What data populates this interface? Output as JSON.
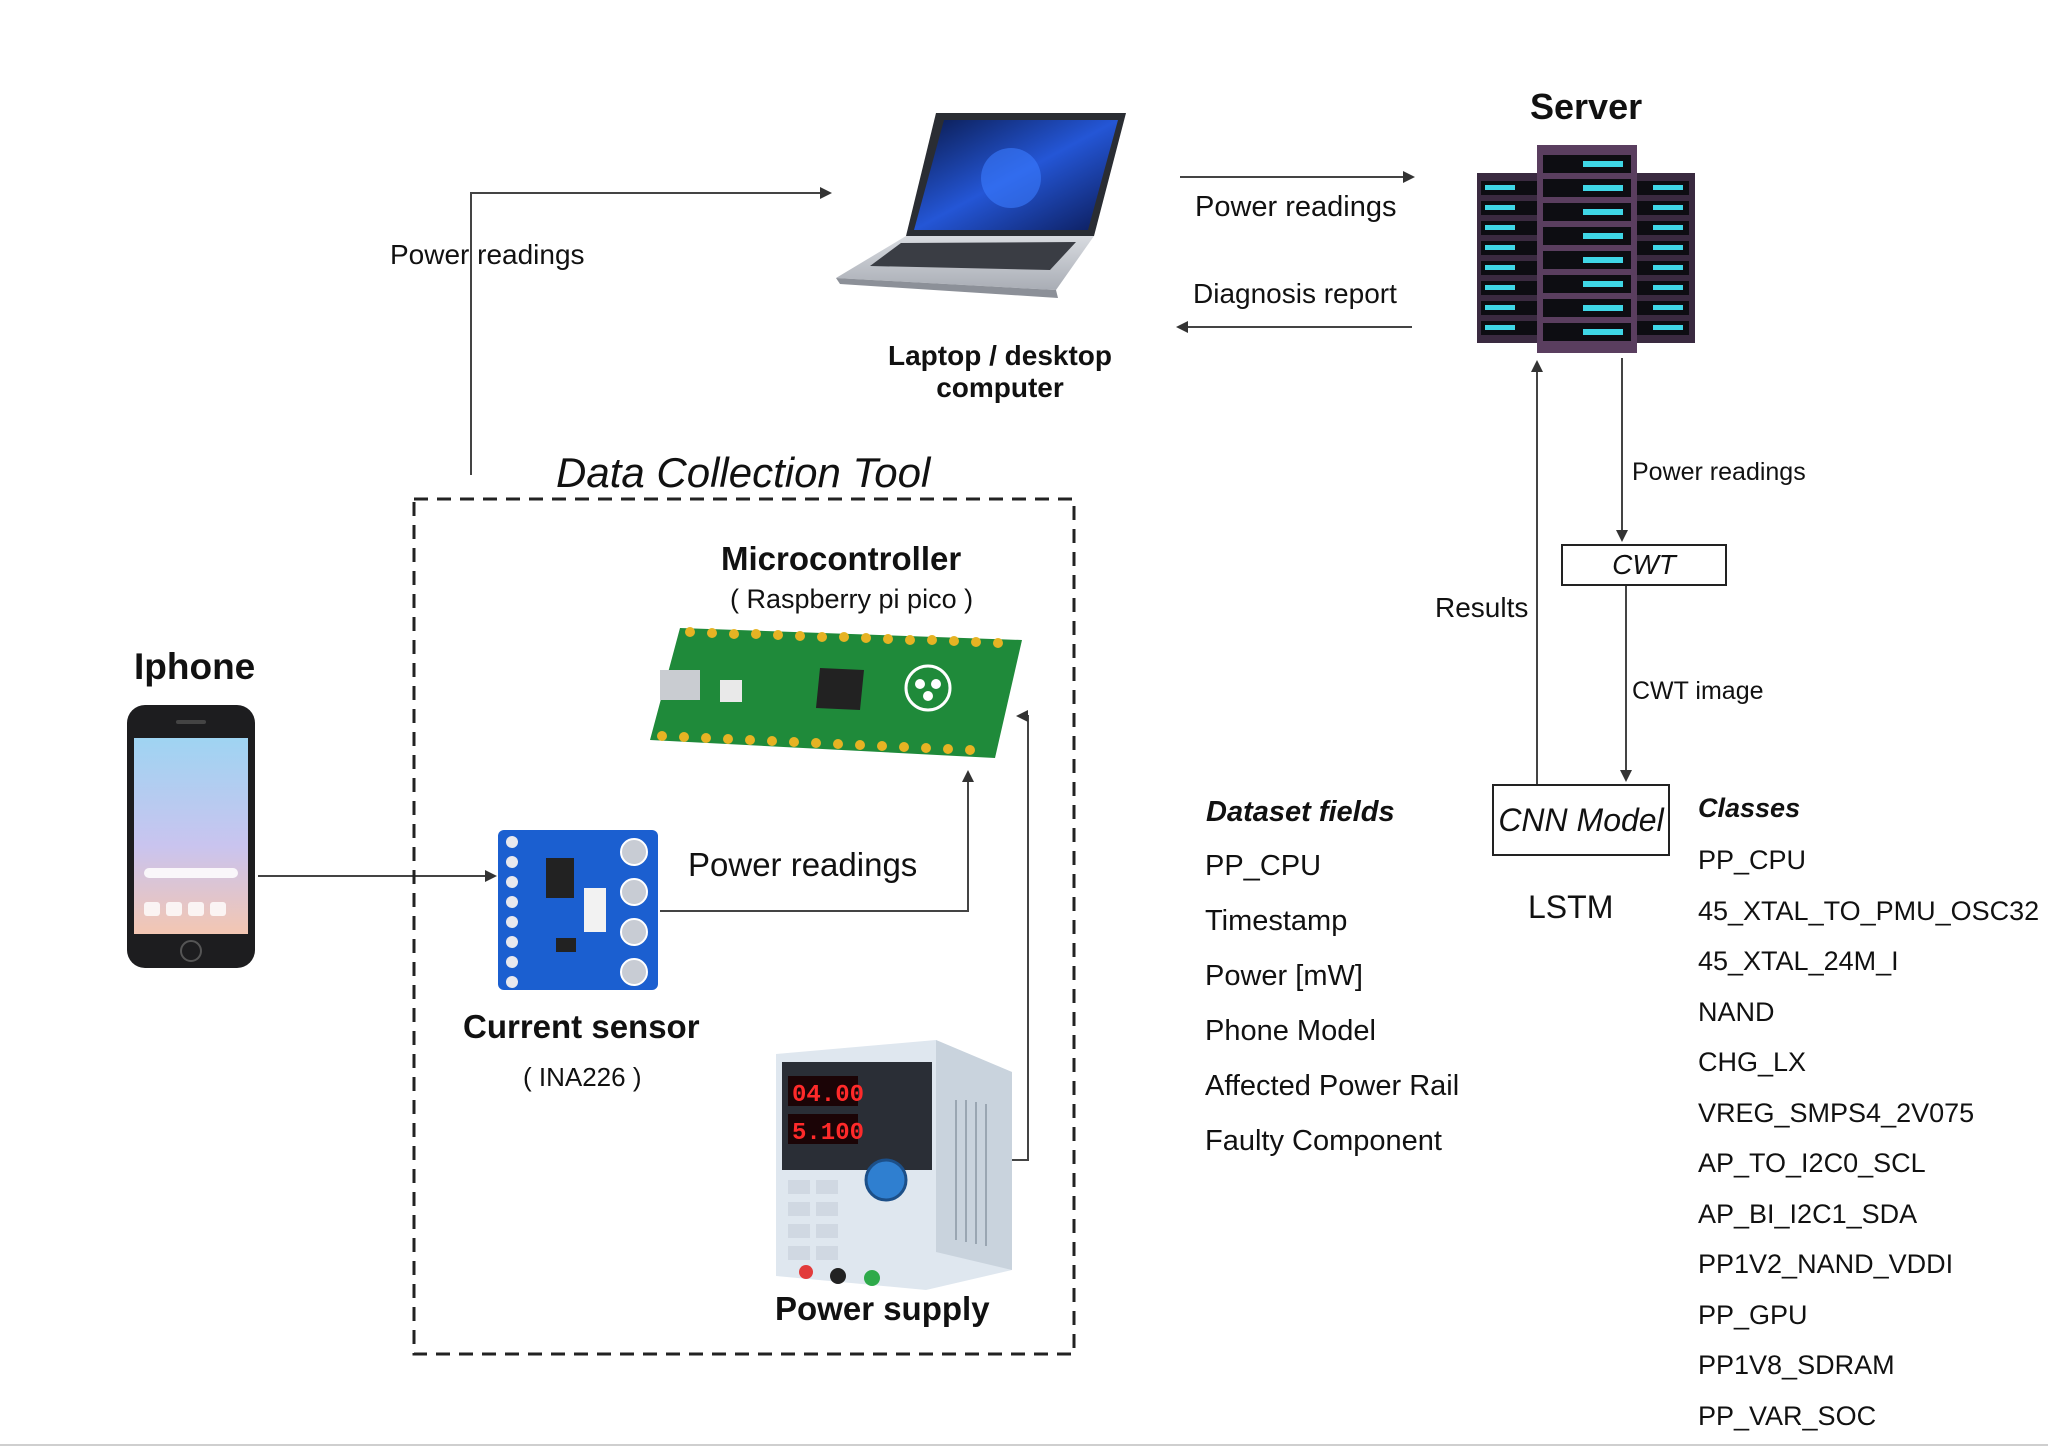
{
  "nodes": {
    "laptop": "Laptop / desktop\ncomputer",
    "server": "Server",
    "iphone": "Iphone",
    "microcontroller": "Microcontroller",
    "microcontroller_sub": "( Raspberry pi pico )",
    "current_sensor": "Current sensor",
    "current_sensor_sub": "( INA226 )",
    "power_supply": "Power supply",
    "data_collection_tool": "Data Collection Tool",
    "cwt": "CWT",
    "cnn_model": "CNN Model",
    "lstm": "LSTM"
  },
  "edges": {
    "tool_to_laptop": "Power readings",
    "laptop_to_server": "Power readings",
    "server_to_laptop": "Diagnosis report",
    "server_to_cwt": "Power readings",
    "cwt_to_cnn": "CWT image",
    "cnn_to_server": "Results",
    "sensor_to_mcu": "Power readings"
  },
  "dataset_fields": {
    "title": "Dataset fields",
    "items": [
      "PP_CPU",
      "Timestamp",
      "Power [mW]",
      "Phone Model",
      "Affected Power Rail",
      "Faulty Component"
    ]
  },
  "classes": {
    "title": "Classes",
    "items": [
      "PP_CPU",
      "45_XTAL_TO_PMU_OSC32",
      "45_XTAL_24M_I",
      "NAND",
      "CHG_LX",
      "VREG_SMPS4_2V075",
      "AP_TO_I2C0_SCL",
      "AP_BI_I2C1_SDA",
      "PP1V2_NAND_VDDI",
      "PP_GPU",
      "PP1V8_SDRAM",
      "PP_VAR_SOC"
    ]
  },
  "display": {
    "psu_voltage": "04.00",
    "psu_current": "5.100"
  }
}
